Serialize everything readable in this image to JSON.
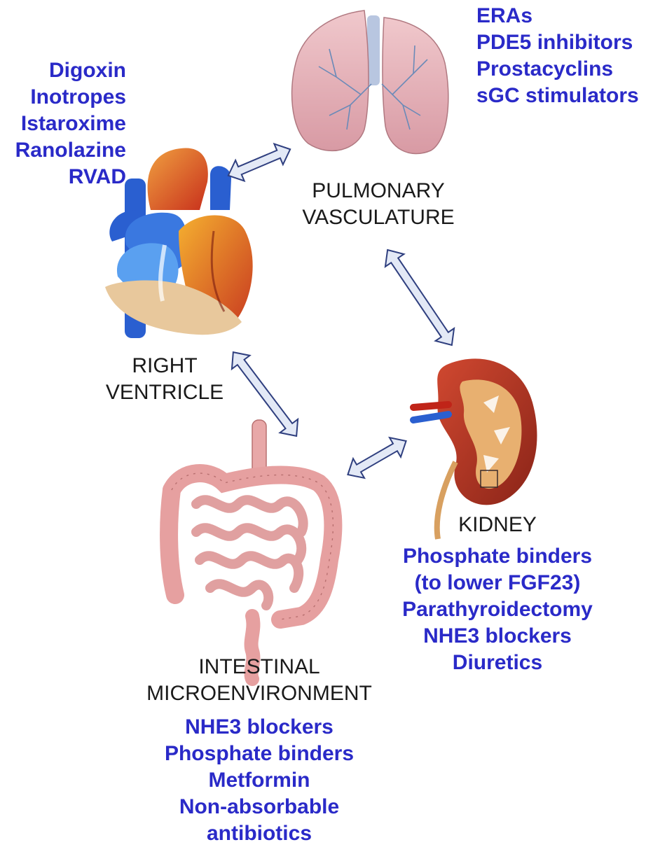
{
  "organs": {
    "rv": {
      "label": [
        "RIGHT",
        "VENTRICLE"
      ],
      "therapies": [
        "Digoxin",
        "Inotropes",
        "Istaroxime",
        "Ranolazine",
        "RVAD"
      ]
    },
    "pv": {
      "label": [
        "PULMONARY",
        "VASCULATURE"
      ],
      "therapies": [
        "ERAs",
        "PDE5 inhibitors",
        "Prostacyclins",
        "sGC stimulators"
      ]
    },
    "kidney": {
      "label": [
        "KIDNEY"
      ],
      "therapies": [
        "Phosphate binders",
        "(to lower FGF23)",
        "Parathyroidectomy",
        "NHE3 blockers",
        "Diuretics"
      ]
    },
    "gut": {
      "label": [
        "INTESTINAL",
        "MICROENVIRONMENT"
      ],
      "therapies": [
        "NHE3 blockers",
        "Phosphate binders",
        "Metformin",
        "Non-absorbable",
        "antibiotics"
      ]
    }
  },
  "colors": {
    "therapy_text": "#2a2ac8",
    "label_text": "#1a1a1a",
    "arrow_fill": "#e3e9f6",
    "arrow_stroke": "#2f3f7f"
  },
  "icons": [
    "heart-illustration",
    "lungs-illustration",
    "kidney-illustration",
    "intestine-illustration",
    "double-arrow-icon"
  ]
}
